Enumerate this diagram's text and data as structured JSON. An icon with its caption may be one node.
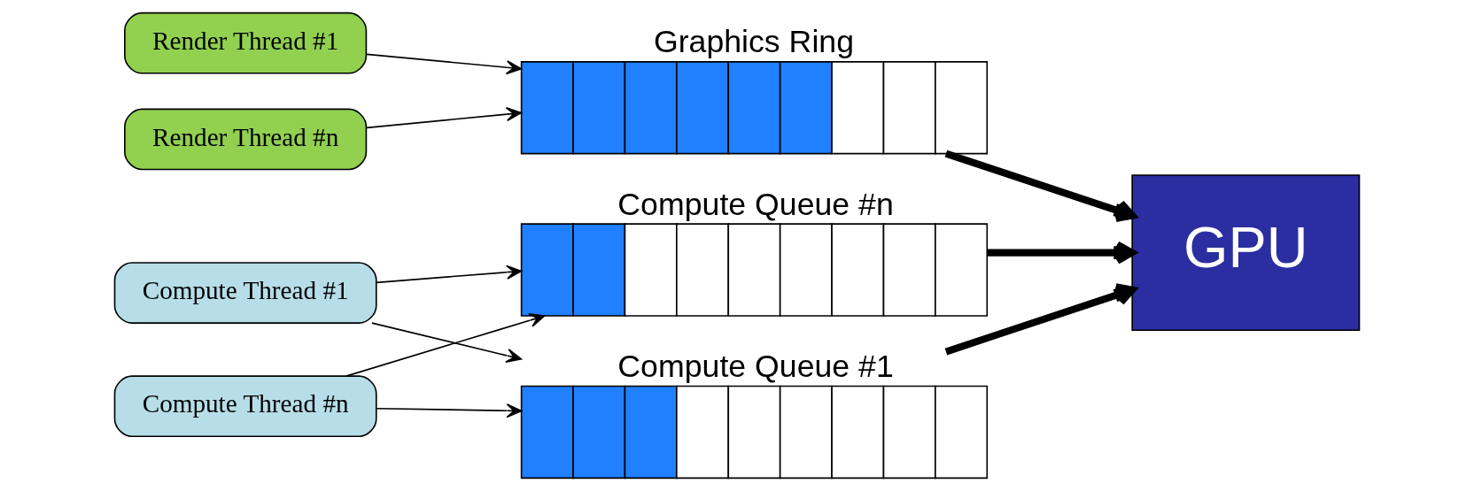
{
  "diagram": {
    "nodes": [
      {
        "text": [
          "Render Thread #1"
        ]
      },
      {
        "text": [
          "Render Thread #n"
        ]
      },
      {
        "text": [
          "Compute Thread #1"
        ]
      },
      {
        "text": [
          "Compute Thread #n"
        ]
      },
      {
        "text": [
          "Graphics Ring"
        ]
      },
      {
        "text": [
          "Compute Queue #1"
        ]
      },
      {
        "text": [
          "Compute Queue #n"
        ]
      },
      {
        "text": [
          "GPU"
        ]
      }
    ],
    "edges": [
      {
        "from": 0,
        "to": 4,
        "arrow": "to"
      },
      {
        "from": 1,
        "to": 4,
        "arrow": "to"
      },
      {
        "from": 2,
        "to": 5,
        "arrow": "to"
      },
      {
        "from": 2,
        "to": 6,
        "arrow": "to"
      },
      {
        "from": 3,
        "to": 5,
        "arrow": "to"
      },
      {
        "from": 3,
        "to": 6,
        "arrow": "to"
      },
      {
        "from": 4,
        "to": 7,
        "arrow": "to",
        "style": "thick"
      },
      {
        "from": 5,
        "to": 7,
        "arrow": "to",
        "style": "thick"
      },
      {
        "from": 6,
        "to": 7,
        "arrow": "to",
        "style": "thick"
      }
    ]
  }
}
